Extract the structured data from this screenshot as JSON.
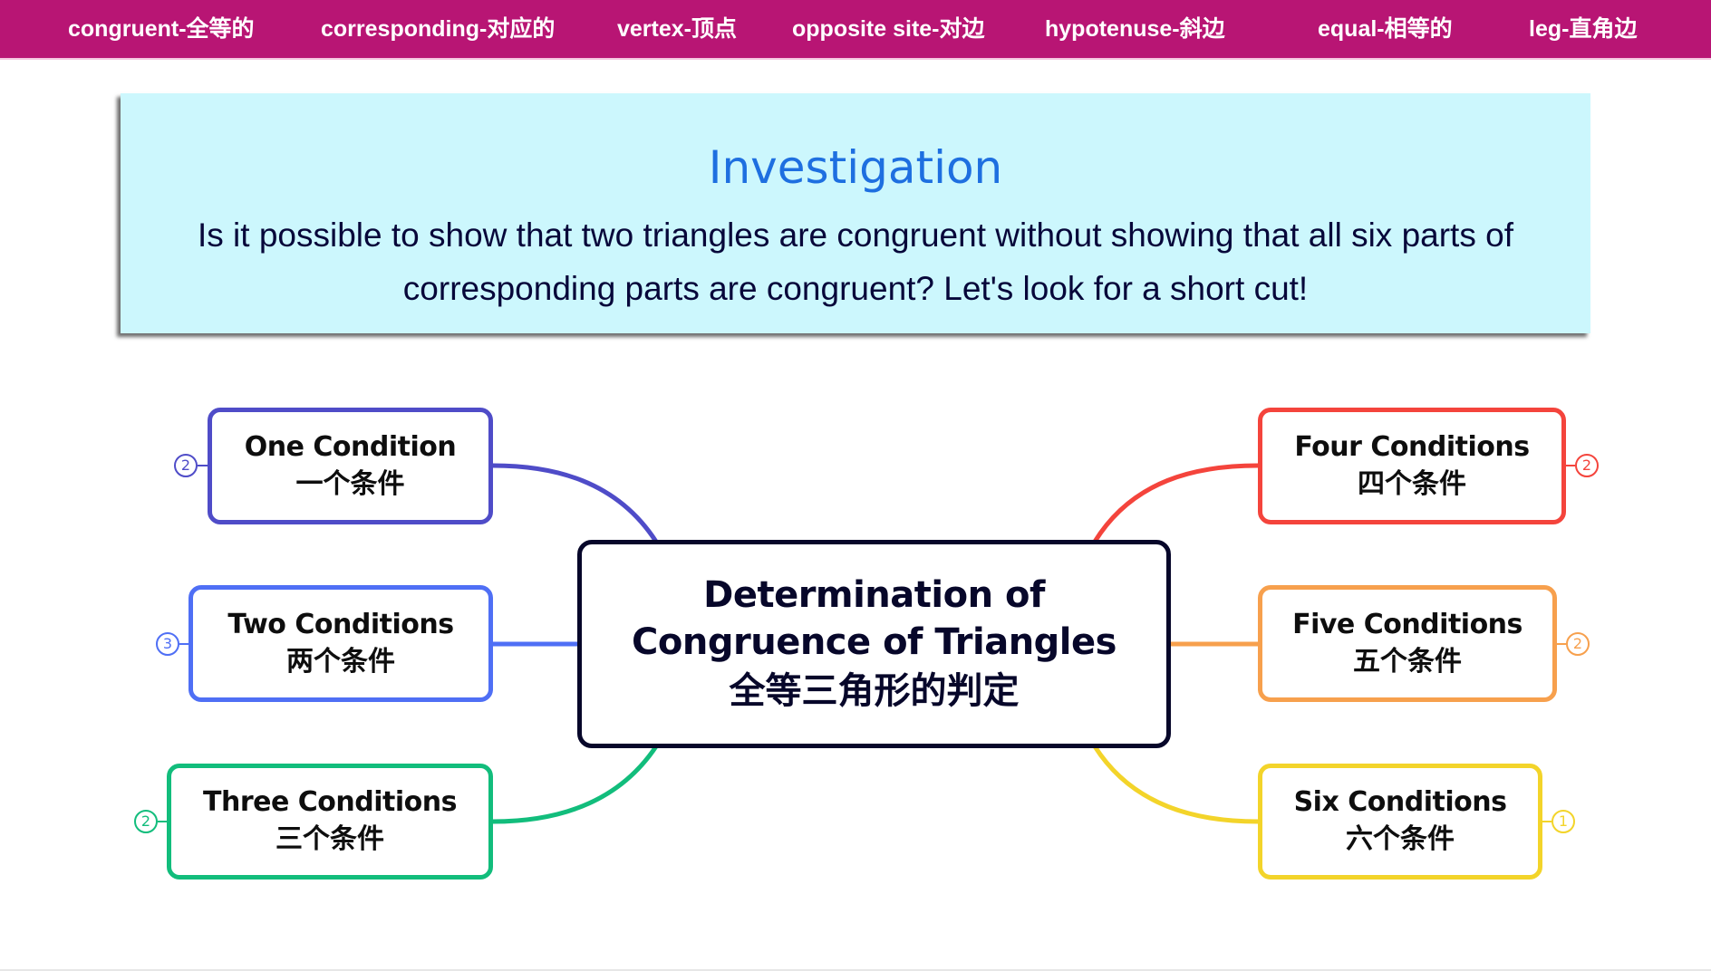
{
  "vocabulary": [
    {
      "term": "congruent-全等的"
    },
    {
      "term": "corresponding-对应的"
    },
    {
      "term": "vertex-顶点"
    },
    {
      "term": "opposite site-对边"
    },
    {
      "term": "hypotenuse-斜边"
    },
    {
      "term": "equal-相等的"
    },
    {
      "term": "leg-直角边"
    }
  ],
  "investigation": {
    "title": "Investigation",
    "line1": "Is it possible to show that two triangles are congruent without showing that all six parts of",
    "line2": "corresponding parts are congruent? Let's look for a short cut!"
  },
  "mindmap": {
    "central": {
      "line1": "Determination of",
      "line2": "Congruence of Triangles",
      "zh": "全等三角形的判定",
      "color": "#07072a"
    },
    "branches": [
      {
        "en": "One Condition",
        "zh": "一个条件",
        "count": "2",
        "color": "#4f4cc8",
        "side": "left"
      },
      {
        "en": "Two Conditions",
        "zh": "两个条件",
        "count": "3",
        "color": "#4f6ff5",
        "side": "left"
      },
      {
        "en": "Three Conditions",
        "zh": "三个条件",
        "count": "2",
        "color": "#12bd7c",
        "side": "left"
      },
      {
        "en": "Four Conditions",
        "zh": "四个条件",
        "count": "2",
        "color": "#f4443c",
        "side": "right"
      },
      {
        "en": "Five Conditions",
        "zh": "五个条件",
        "count": "2",
        "color": "#f7a04d",
        "side": "right"
      },
      {
        "en": "Six Conditions",
        "zh": "六个条件",
        "count": "1",
        "color": "#f3d42a",
        "side": "right"
      }
    ]
  },
  "colors": {
    "header_bg": "#b81574",
    "banner_bg": "#ccf7fd",
    "title_blue": "#1e6fe0",
    "text_navy": "#07073a"
  }
}
